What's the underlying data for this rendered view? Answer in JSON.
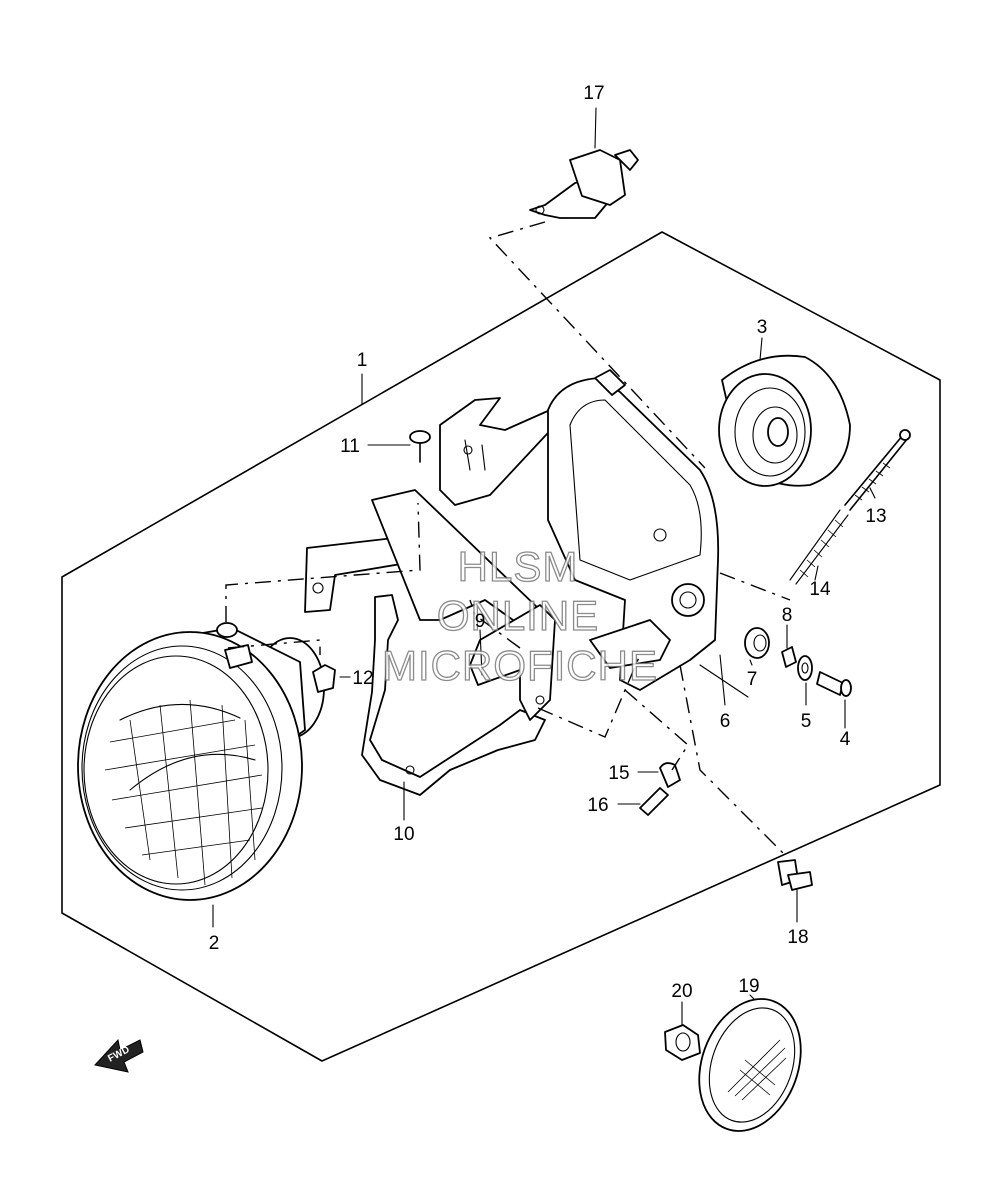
{
  "diagram": {
    "callouts": [
      "1",
      "2",
      "3",
      "4",
      "5",
      "6",
      "7",
      "8",
      "9",
      "10",
      "11",
      "12",
      "13",
      "14",
      "15",
      "16",
      "17",
      "18",
      "19",
      "20"
    ],
    "watermark": [
      "HLSM",
      "ONLINE",
      "MICROFICHE"
    ],
    "direction_tag": "FWD"
  }
}
